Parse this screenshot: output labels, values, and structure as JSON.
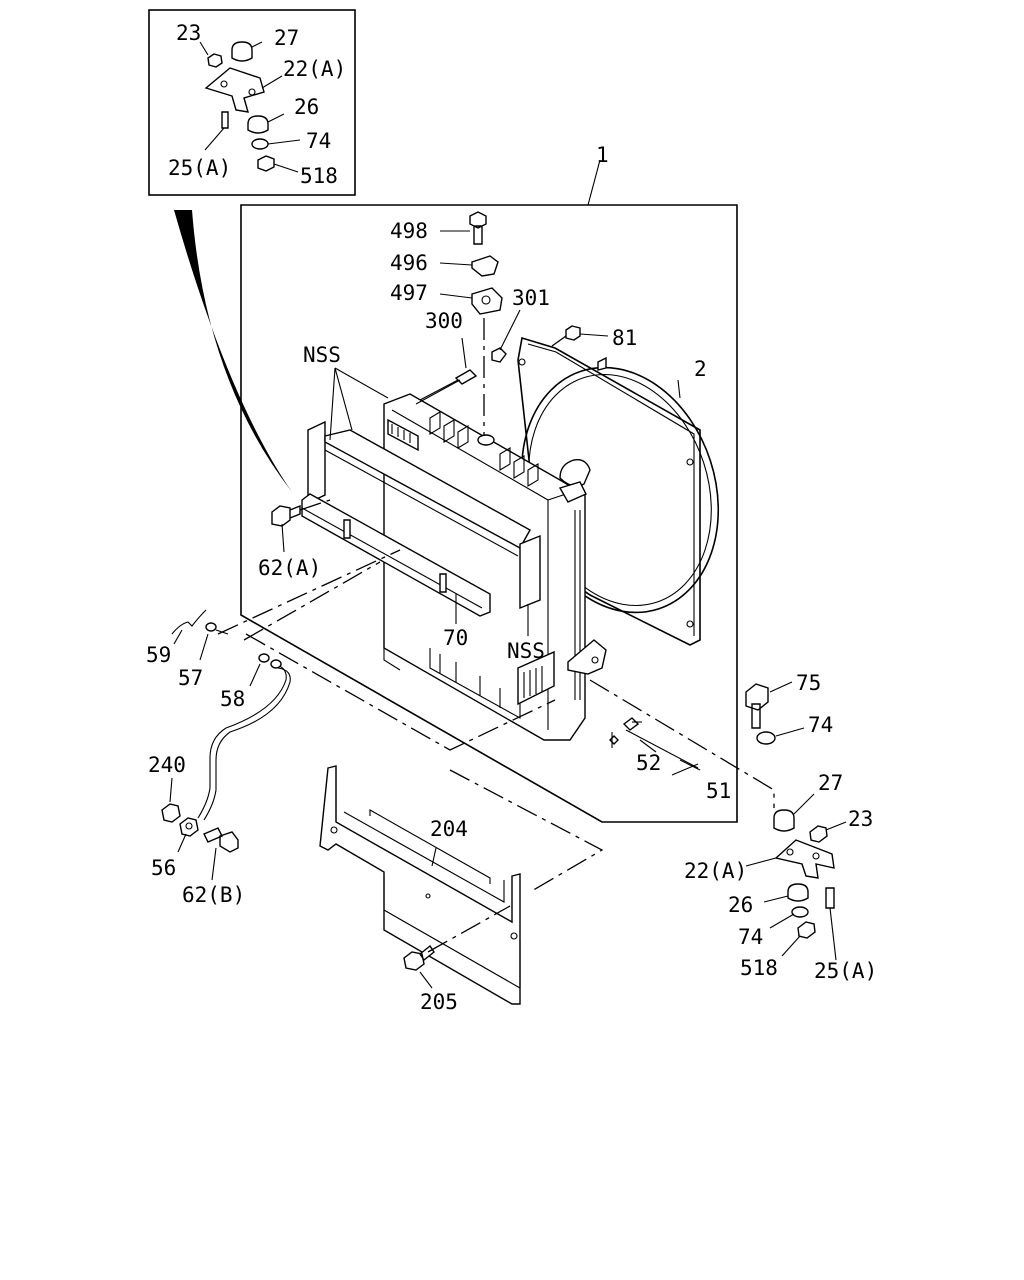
{
  "labels": {
    "inset_23": "23",
    "inset_27": "27",
    "inset_22a": "22(A)",
    "inset_26": "26",
    "inset_74": "74",
    "inset_25a": "25(A)",
    "inset_518": "518",
    "l1": "1",
    "l2": "2",
    "l498": "498",
    "l496": "496",
    "l497": "497",
    "l301": "301",
    "l300": "300",
    "l81": "81",
    "nss_top": "NSS",
    "nss_mid": "NSS",
    "l62a": "62(A)",
    "l70": "70",
    "l59": "59",
    "l57": "57",
    "l58": "58",
    "l240": "240",
    "l56": "56",
    "l62b": "62(B)",
    "l204": "204",
    "l205": "205",
    "l52": "52",
    "l51": "51",
    "l75": "75",
    "l74": "74",
    "l27": "27",
    "l23": "23",
    "l22a": "22(A)",
    "l26": "26",
    "l74b": "74",
    "l518": "518",
    "l25a": "25(A)"
  }
}
